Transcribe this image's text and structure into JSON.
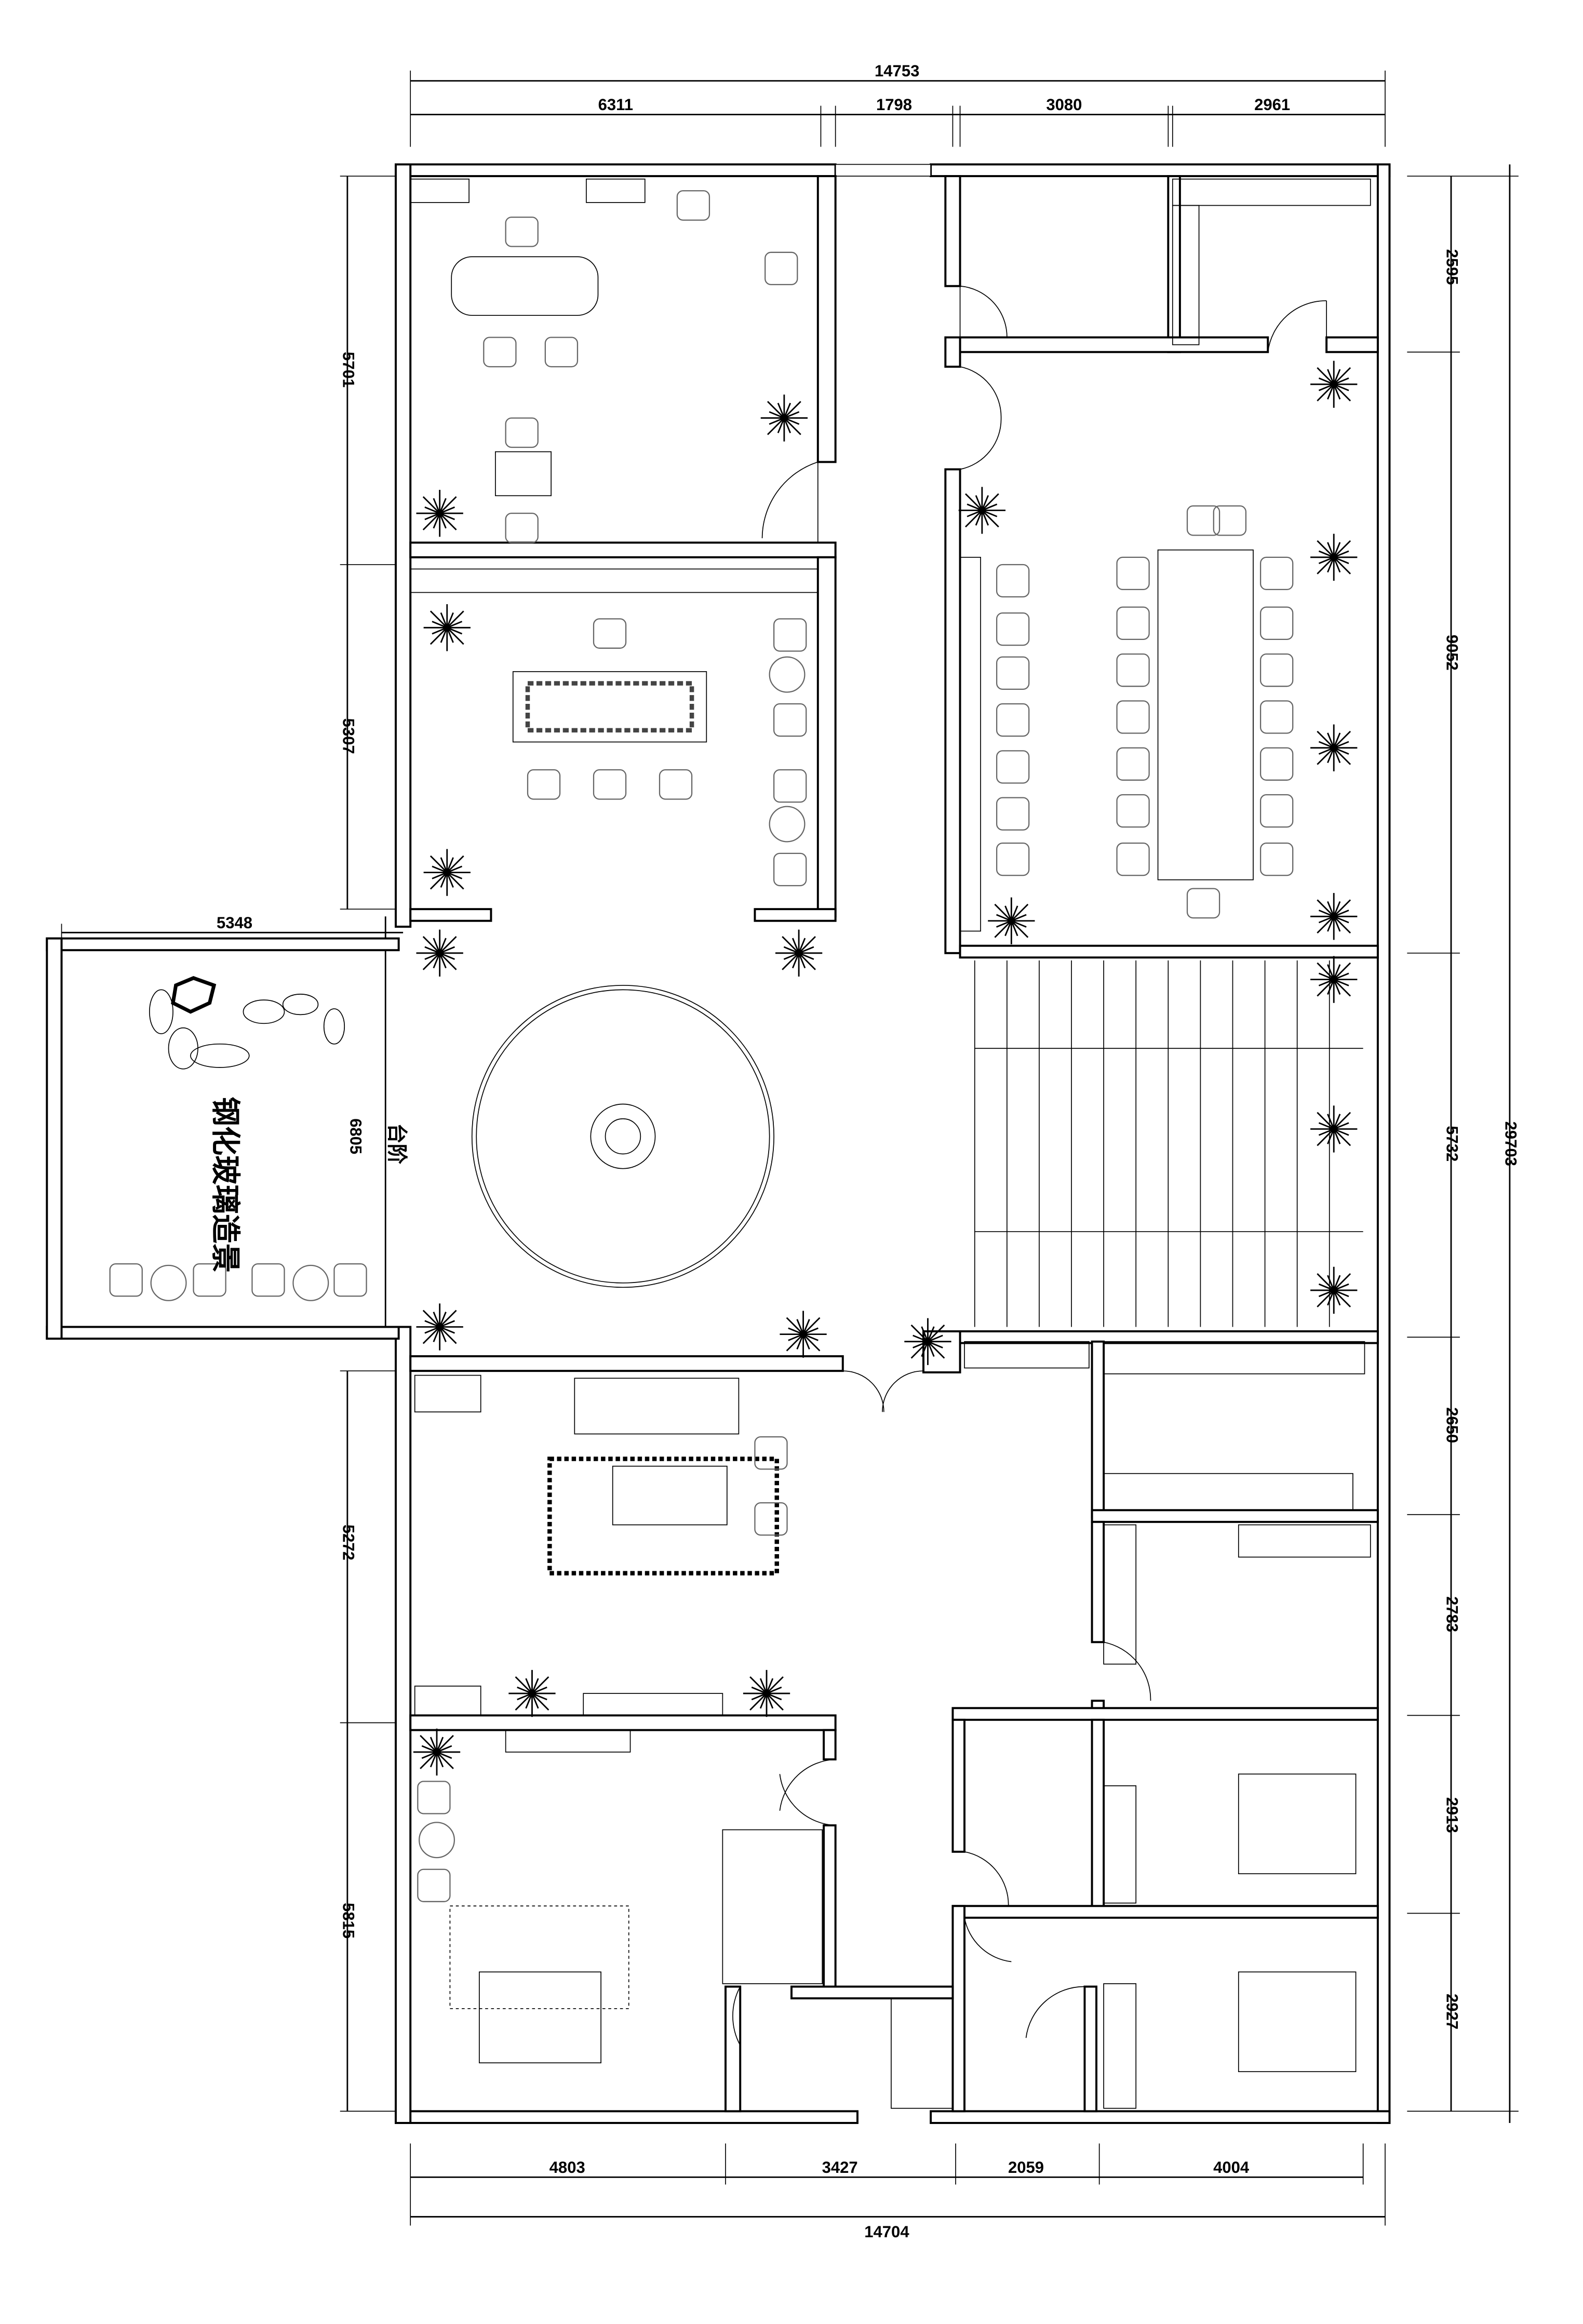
{
  "title": "Office floor plan",
  "dimensions": {
    "top_total": "14753",
    "top": [
      "6311",
      "1798",
      "3080",
      "2961"
    ],
    "bottom_total": "14704",
    "bottom": [
      "4803",
      "3427",
      "2059",
      "4004"
    ],
    "right_total": "29703",
    "right": [
      "2595",
      "9052",
      "5732",
      "2650",
      "2783",
      "2913",
      "2927"
    ],
    "left": [
      "5701",
      "5307",
      "6805",
      "5272",
      "5815"
    ],
    "balcony_width": "5348"
  },
  "labels": {
    "glass_landscape": "钢化玻璃造景",
    "steps": "台阶"
  }
}
